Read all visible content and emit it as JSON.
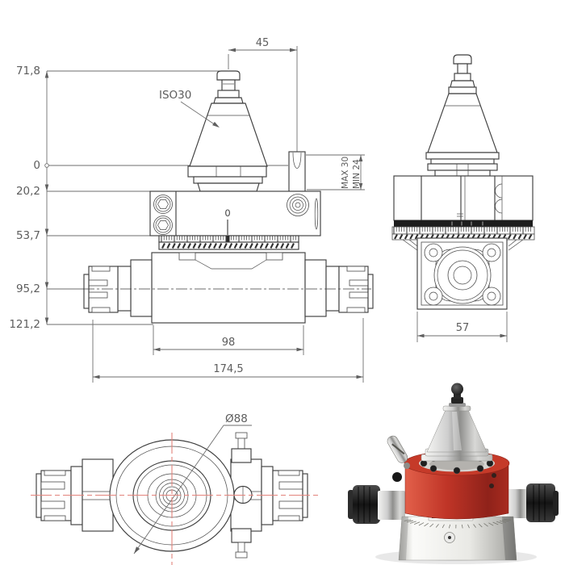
{
  "drawing": {
    "front": {
      "dim_top": "45",
      "taper_label": "ISO30",
      "levels": [
        "71,8",
        "0",
        "20,2",
        "53,7",
        "95,2",
        "121,2"
      ],
      "gauge_max": "MAX 30",
      "gauge_min": "MIN 24",
      "dial_zero": "0",
      "dim_body": "98",
      "dim_overall": "174,5"
    },
    "side": {
      "dim_flange": "57"
    },
    "top": {
      "dim_diameter": "Ø88"
    }
  },
  "colors": {
    "line": "#3f3f3f",
    "dimension": "#6e6e6e",
    "centerline_red": "#e2837b",
    "photo_red": "#c03527",
    "photo_red_dark": "#8f221a",
    "photo_metal": "#d9d9d7",
    "photo_dark": "#1d1d1d"
  }
}
